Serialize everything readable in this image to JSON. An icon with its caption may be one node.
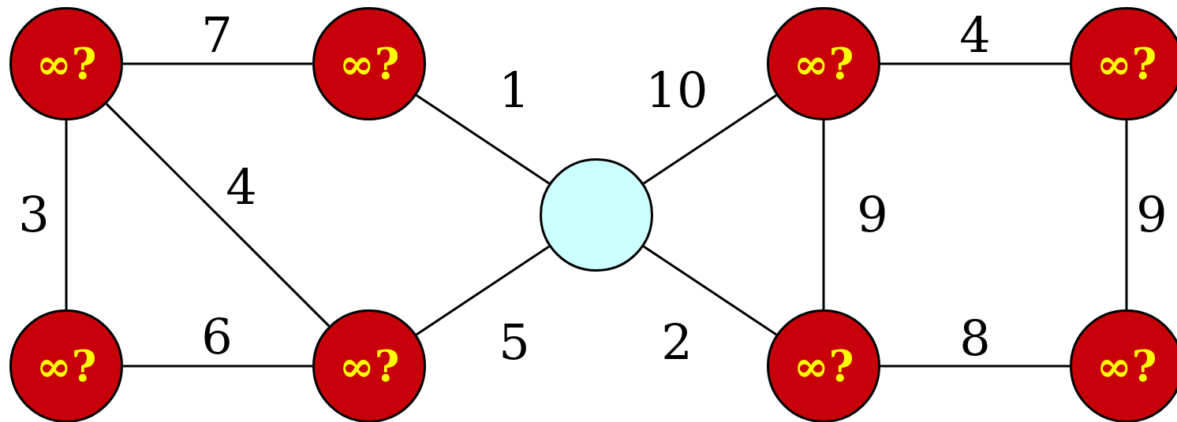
{
  "diagram": {
    "nodes": [
      {
        "text": [
          "∞?"
        ]
      },
      {
        "text": [
          "∞?"
        ]
      },
      {
        "text": [
          "∞?"
        ]
      },
      {
        "text": [
          "∞?"
        ]
      },
      {
        "text": [],
        "shape": "circle"
      },
      {
        "text": [
          "∞?"
        ]
      },
      {
        "text": [
          "∞?"
        ]
      },
      {
        "text": [
          "∞?"
        ]
      },
      {
        "text": [
          "∞?"
        ]
      }
    ],
    "edges": [
      {
        "from": 0,
        "to": 1,
        "arrow": "none",
        "label": "7"
      },
      {
        "from": 0,
        "to": 5,
        "arrow": "none",
        "label": "3"
      },
      {
        "from": 0,
        "to": 6,
        "arrow": "none",
        "label": "4"
      },
      {
        "from": 5,
        "to": 6,
        "arrow": "none",
        "label": "6"
      },
      {
        "from": 1,
        "to": 4,
        "arrow": "none",
        "label": "1"
      },
      {
        "from": 6,
        "to": 4,
        "arrow": "none",
        "label": "5"
      },
      {
        "from": 4,
        "to": 2,
        "arrow": "none",
        "label": "10"
      },
      {
        "from": 4,
        "to": 7,
        "arrow": "none",
        "label": "2"
      },
      {
        "from": 2,
        "to": 3,
        "arrow": "none",
        "label": "4"
      },
      {
        "from": 2,
        "to": 7,
        "arrow": "none",
        "label": "9"
      },
      {
        "from": 3,
        "to": 8,
        "arrow": "none",
        "label": "9"
      },
      {
        "from": 7,
        "to": 8,
        "arrow": "none",
        "label": "8"
      }
    ]
  }
}
